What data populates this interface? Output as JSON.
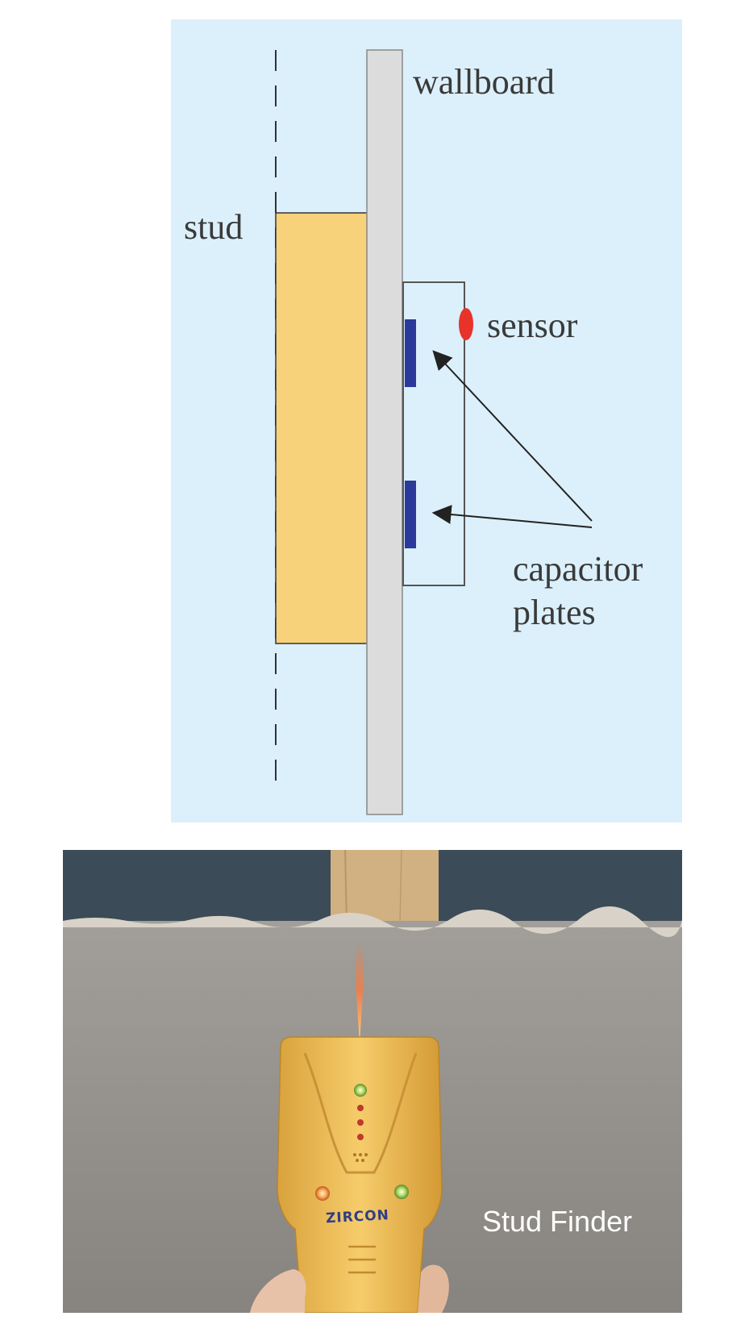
{
  "diagram": {
    "labels": {
      "wallboard": "wallboard",
      "stud": "stud",
      "sensor": "sensor",
      "capacitor_line1": "capacitor",
      "capacitor_line2": "plates"
    },
    "colors": {
      "background": "#dcf0fb",
      "stud": "#f7d27a",
      "wallboard": "#dcdcdc",
      "plates": "#2b3a9a",
      "sensor": "#e8332a"
    }
  },
  "photo": {
    "brand": "ZIRCON",
    "caption": "Stud Finder",
    "colors": {
      "device": "#f3c35a",
      "drywall": "#8c8884",
      "background_wall": "#3b4b57",
      "laser": "#ff7a3a"
    }
  }
}
